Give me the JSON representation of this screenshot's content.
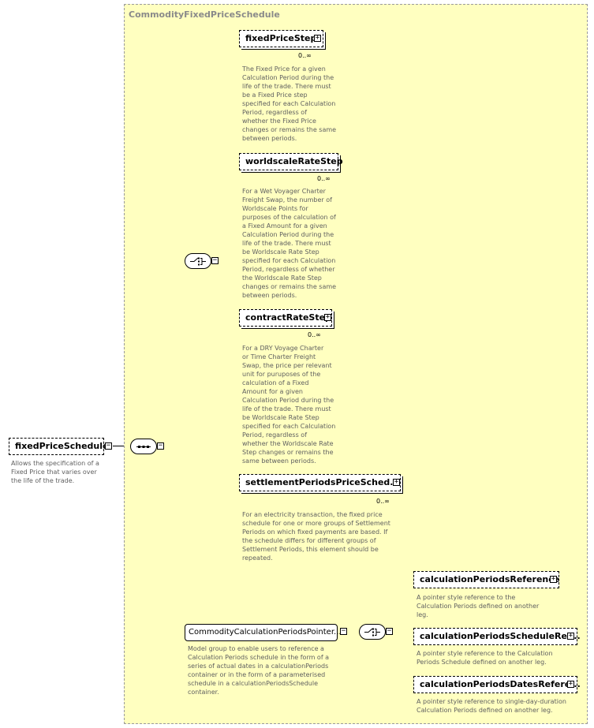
{
  "complex_type": {
    "title": "CommodityFixedPriceSchedule"
  },
  "root": {
    "name": "fixedPriceSchedule",
    "doc": [
      "Allows the specification of a",
      "Fixed Price that varies over",
      "the life of the trade."
    ]
  },
  "sequence_icon": "sequence-compositor-icon",
  "choice_icon": "choice-compositor-icon",
  "choice_elements": [
    {
      "name": "fixedPriceStep",
      "cardinality": "0..∞",
      "doc": [
        "The Fixed Price for a given",
        "Calculation Period during the",
        "life of the trade. There must",
        "be a Fixed Price step",
        "specified for each Calculation",
        "Period, regardless of",
        "whether the Fixed Price",
        "changes or remains the same",
        "between periods."
      ]
    },
    {
      "name": "worldscaleRateStep",
      "cardinality": "0..∞",
      "doc": [
        "For a Wet Voyager Charter",
        "Freight Swap, the number of",
        "Worldscale Points for",
        "purposes of the calculation of",
        "a Fixed Amount for a given",
        "Calculation Period during the",
        "life of the trade. There must",
        "be Worldscale Rate Step",
        "specified for each Calculation",
        "Period, regardless of whether",
        "the Worldscale Rate Step",
        "changes or remains the same",
        "between periods."
      ]
    },
    {
      "name": "contractRateStep",
      "cardinality": "0..∞",
      "doc": [
        "For a DRY Voyage Charter",
        "or Time Charter Freight",
        "Swap, the price per relevant",
        "unit for puruposes of the",
        "calculation of a Fixed",
        "Amount for a given",
        "Calculation Period during the",
        "life of the trade. There must",
        "be Worldscale Rate Step",
        "specified for each Calculation",
        "Period, regardless of",
        "whether the Worldscale Rate",
        "Step changes or remains the",
        "same between periods."
      ]
    },
    {
      "name": "settlementPeriodsPriceSched...",
      "cardinality": "0..∞",
      "doc": [
        "For an electricity transaction, the fixed price",
        "schedule for one or more groups of Settlement",
        "Periods on which fixed payments are based. If",
        "the schedule differs for different groups of",
        "Settlement Periods, this element should be",
        "repeated."
      ]
    }
  ],
  "group": {
    "name": "CommodityCalculationPeriodsPointer....",
    "doc": [
      "Model group to enable users to reference a",
      "Calculation Periods schedule in the form of a",
      "series of actual dates in a calculationPeriods",
      "container or in the form of a parameterised",
      "schedule in a calculationPeriodsSchedule",
      "container."
    ]
  },
  "group_elements": [
    {
      "name": "calculationPeriodsReference",
      "doc": [
        "A pointer style reference to the",
        "Calculation Periods defined on another",
        "leg."
      ]
    },
    {
      "name": "calculationPeriodsScheduleRef...",
      "doc": [
        "A pointer style reference to the Calculation",
        "Periods Schedule defined on another leg."
      ]
    },
    {
      "name": "calculationPeriodsDatesRefere...",
      "doc": [
        "A pointer style reference to single-day-duration",
        "Calculation Periods defined on another leg."
      ]
    }
  ],
  "colors": {
    "type_background": "#ffffc0",
    "type_border": "#9a9a9a",
    "doc_text": "#606060",
    "title_text": "#8a8a8a"
  }
}
